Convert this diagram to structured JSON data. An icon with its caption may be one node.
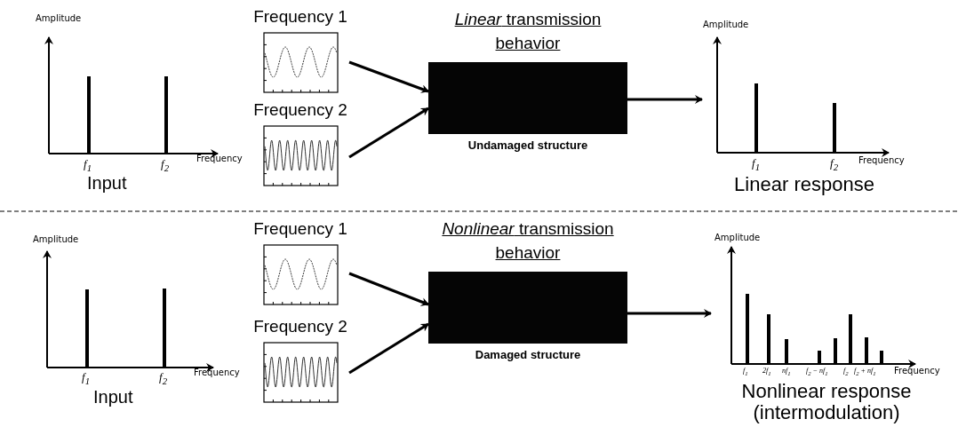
{
  "diagram": {
    "nodes": [
      {
        "text": [
          "Frequency 1"
        ]
      },
      {
        "text": [
          "Frequency 2"
        ]
      },
      {
        "text": [
          "*Linear* transmission behavior",
          "Undamaged structure"
        ]
      },
      {
        "text": [
          "Linear response"
        ]
      },
      {
        "text": [
          "Frequency 1"
        ]
      },
      {
        "text": [
          "Frequency 2"
        ]
      },
      {
        "text": [
          "*Nonlinear* transmission behavior",
          "Damaged structure"
        ]
      },
      {
        "text": [
          "Nonlinear response (intermodulation)"
        ]
      }
    ],
    "edges": [
      {
        "from": 0,
        "to": 2,
        "arrow": "to"
      },
      {
        "from": 1,
        "to": 2,
        "arrow": "to"
      },
      {
        "from": 2,
        "to": 3,
        "arrow": "to"
      },
      {
        "from": 4,
        "to": 6,
        "arrow": "to"
      },
      {
        "from": 5,
        "to": 6,
        "arrow": "to"
      },
      {
        "from": 6,
        "to": 7,
        "arrow": "to"
      }
    ],
    "labels": [
      "Amplitude",
      "*f*$_{1}$",
      "*f*$_{2}$",
      "Frequency",
      "Input",
      "Amplitude",
      "*f*$_{1}$",
      "*f*$_{2}$",
      "Frequency",
      "Amplitude",
      "*f*$_{1}$",
      "*f*$_{2}$",
      "Frequency",
      "Input",
      "Amplitude",
      "f$_{1}$",
      "2f$_{1}$",
      "nf$_{1}$",
      "f$_{2}$ − nf$_{1}$",
      "f$_{2}$",
      "f$_{2}$ + nf$_{1}$",
      "Frequency"
    ]
  }
}
